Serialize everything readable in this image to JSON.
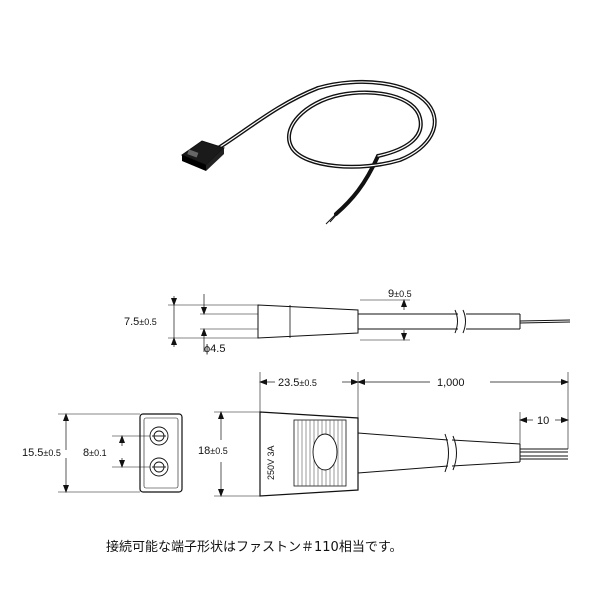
{
  "dimensions": {
    "height_side": {
      "value": "7.5",
      "tol": "±0.5"
    },
    "cable_dia": {
      "value": "ϕ4.5"
    },
    "top_gap": {
      "value": "9",
      "tol": "±0.5"
    },
    "connector_length": {
      "value": "23.5",
      "tol": "±0.5"
    },
    "cable_length": {
      "value": "1,000"
    },
    "strip_length": {
      "value": "10"
    },
    "front_height": {
      "value": "15.5",
      "tol": "±0.5"
    },
    "terminal_pitch": {
      "value": "8",
      "tol": "±0.1"
    },
    "top_width": {
      "value": "18",
      "tol": "±0.5"
    }
  },
  "marking": "250V 3A",
  "footnote": "接続可能な端子形状はファストン＃110相当です。"
}
